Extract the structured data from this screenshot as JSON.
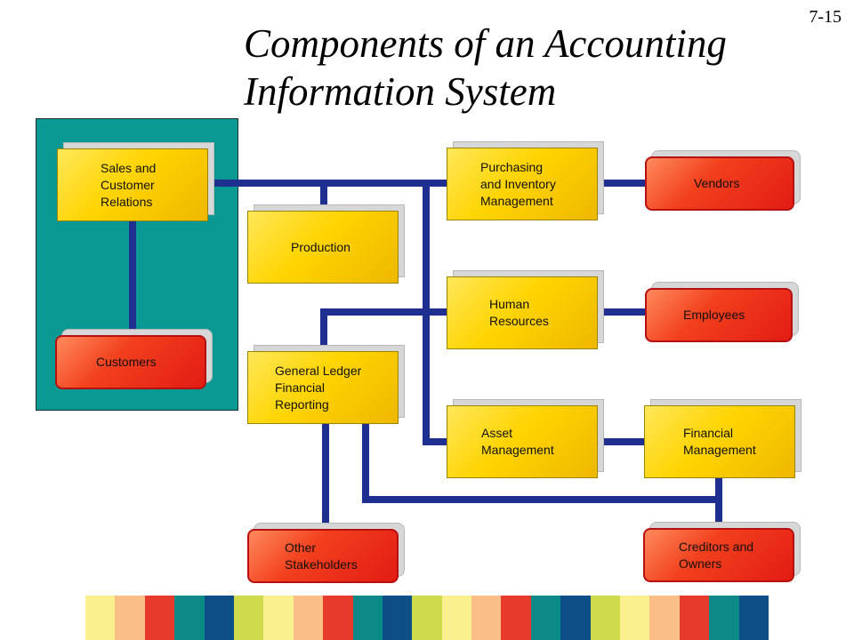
{
  "slide_number": "7-15",
  "title_lines": [
    "Components of an Accounting",
    "Information System"
  ],
  "nodes": {
    "sales": {
      "kind": "process",
      "lines": [
        "Sales and",
        "Customer",
        "Relations"
      ]
    },
    "customers": {
      "kind": "entity",
      "lines": [
        "Customers"
      ]
    },
    "production": {
      "kind": "process",
      "lines": [
        "Production"
      ]
    },
    "general_ledger": {
      "kind": "process",
      "lines": [
        "General Ledger",
        "Financial",
        "Reporting"
      ]
    },
    "other_stakeholders": {
      "kind": "entity",
      "lines": [
        "Other",
        "Stakeholders"
      ]
    },
    "purchasing": {
      "kind": "process",
      "lines": [
        "Purchasing",
        "and Inventory",
        "Management"
      ]
    },
    "human_resources": {
      "kind": "process",
      "lines": [
        "Human",
        "Resources"
      ]
    },
    "asset_management": {
      "kind": "process",
      "lines": [
        "Asset",
        "Management"
      ]
    },
    "vendors": {
      "kind": "entity",
      "lines": [
        "Vendors"
      ]
    },
    "employees": {
      "kind": "entity",
      "lines": [
        "Employees"
      ]
    },
    "financial_management": {
      "kind": "process",
      "lines": [
        "Financial",
        "Management"
      ]
    },
    "creditors": {
      "kind": "entity",
      "lines": [
        "Creditors and",
        "Owners"
      ]
    }
  },
  "colors": {
    "connector": "#1f2f8f",
    "panel": "#0a9a93",
    "strip": [
      "#fbf08e",
      "#f9bf86",
      "#e63a2d",
      "#0c8a87",
      "#0c4e86",
      "#cfdb4c"
    ]
  }
}
